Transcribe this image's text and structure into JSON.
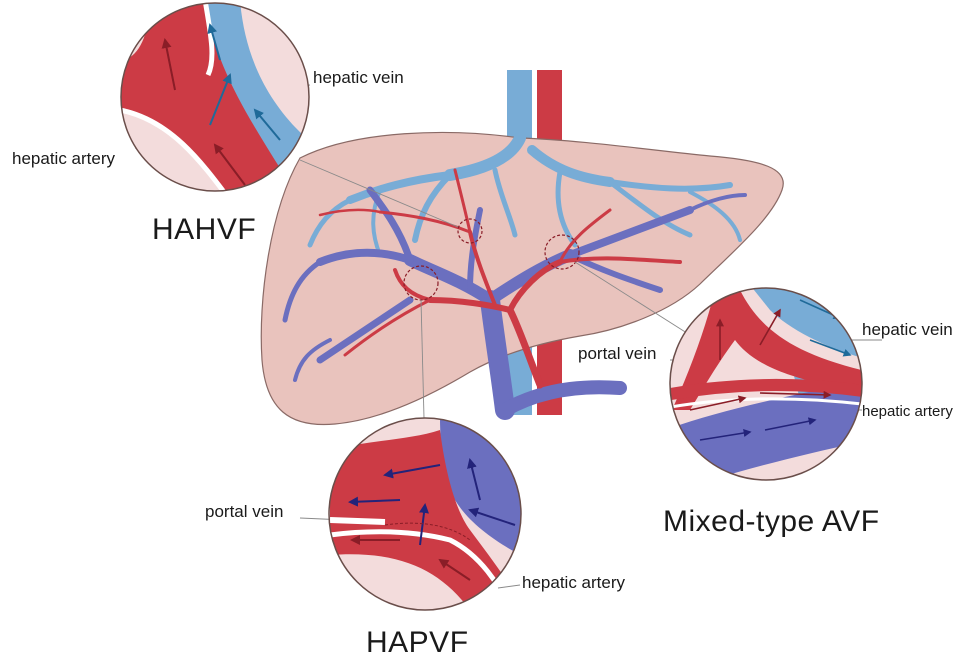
{
  "labels": {
    "hahvf_vein": "hepatic vein",
    "hahvf_artery": "hepatic artery",
    "hahvf_title": "HAHVF",
    "hapvf_portal": "portal vein",
    "hapvf_artery": "hepatic artery",
    "hapvf_title": "HAPVF",
    "mixed_vein": "hepatic vein",
    "mixed_portal": "portal vein",
    "mixed_artery": "hepatic artery",
    "mixed_title": "Mixed-type AVF"
  },
  "colors": {
    "liver": "#e9c3bd",
    "liver_outline": "#8a6a66",
    "artery": "#cc3b45",
    "artery_dark": "#8a1d27",
    "hepatic_vein": "#78acd6",
    "hepatic_vein_dark": "#2c6d9c",
    "portal_vein": "#6b6fbf",
    "portal_vein_dark": "#2a2a7e",
    "tissue": "#f3dcdc"
  }
}
